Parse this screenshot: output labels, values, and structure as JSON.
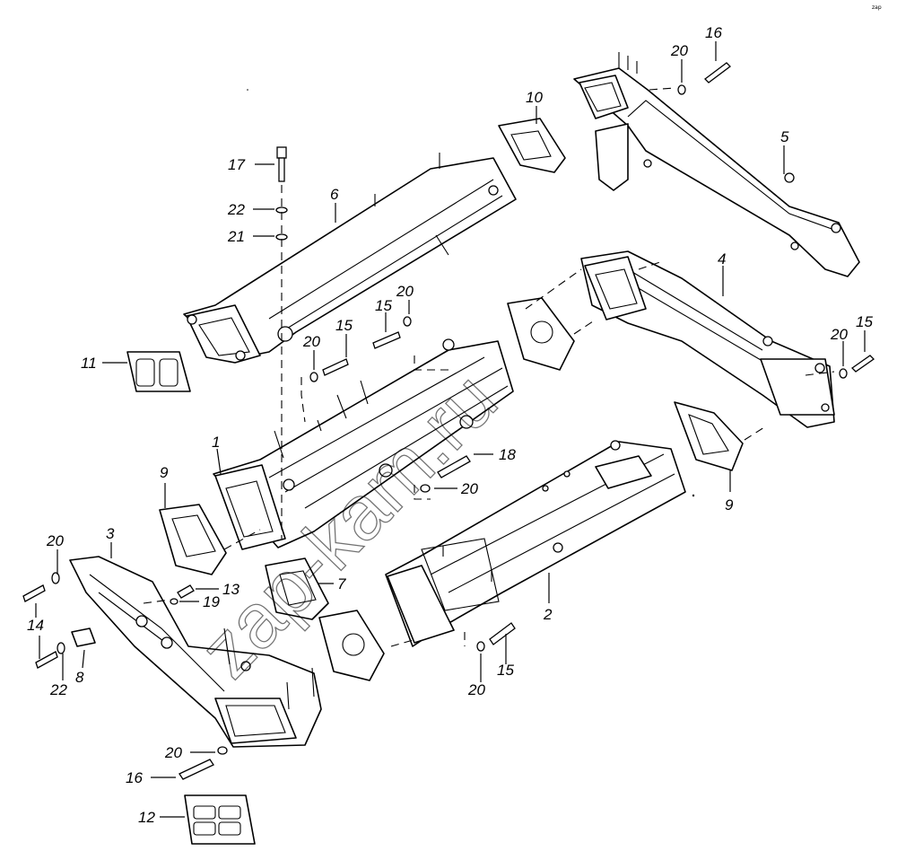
{
  "diagram": {
    "watermark": "zap-kam.ru",
    "corner_logo": "zap",
    "labels": {
      "l1": "1",
      "l2": "2",
      "l3": "3",
      "l4": "4",
      "l5": "5",
      "l6": "6",
      "l7": "7",
      "l8": "8",
      "l9a": "9",
      "l9b": "9",
      "l10": "10",
      "l11": "11",
      "l12": "12",
      "l13": "13",
      "l14": "14",
      "l15a": "15",
      "l15b": "15",
      "l15c": "15",
      "l15d": "15",
      "l16a": "16",
      "l16b": "16",
      "l17": "17",
      "l18": "18",
      "l19": "19",
      "l20a": "20",
      "l20b": "20",
      "l20c": "20",
      "l20d": "20",
      "l20e": "20",
      "l20f": "20",
      "l20g": "20",
      "l20h": "20",
      "l21": "21",
      "l22a": "22",
      "l22b": "22"
    }
  }
}
